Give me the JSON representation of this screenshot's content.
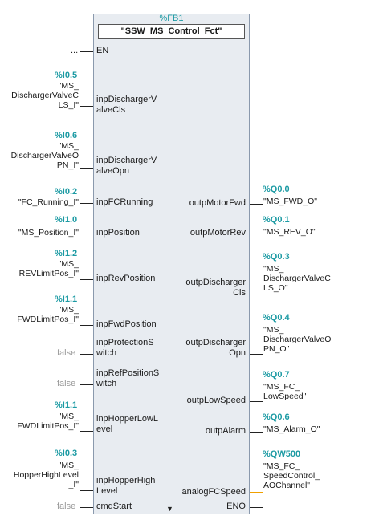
{
  "block": {
    "number": "%FB1",
    "name": "\"SSW_MS_Control_Fct\""
  },
  "inputs": [
    {
      "pin": "EN",
      "addr": "",
      "tag": [
        "..."
      ]
    },
    {
      "pin": [
        "inpDischargerV",
        "alveCls"
      ],
      "addr": "%I0.5",
      "tag": [
        "\"MS_",
        "DischargerValveC",
        "LS_I\""
      ]
    },
    {
      "pin": [
        "inpDischargerV",
        "alveOpn"
      ],
      "addr": "%I0.6",
      "tag": [
        "\"MS_",
        "DischargerValveO",
        "PN_I\""
      ]
    },
    {
      "pin": "inpFCRunning",
      "addr": "%I0.2",
      "tag": [
        "\"FC_Running_I\""
      ]
    },
    {
      "pin": "inpPosition",
      "addr": "%I1.0",
      "tag": [
        "\"MS_Position_I\""
      ]
    },
    {
      "pin": "inpRevPosition",
      "addr": "%I1.2",
      "tag": [
        "\"MS_",
        "REVLimitPos_I\""
      ]
    },
    {
      "pin": "inpFwdPosition",
      "addr": "%I1.1",
      "tag": [
        "\"MS_",
        "FWDLimitPos_I\""
      ]
    },
    {
      "pin": [
        "inpProtectionS",
        "witch"
      ],
      "addr": "",
      "tag": [
        "false"
      ]
    },
    {
      "pin": [
        "inpRefPositionS",
        "witch"
      ],
      "addr": "",
      "tag": [
        "false"
      ]
    },
    {
      "pin": [
        "inpHopperLowL",
        "evel"
      ],
      "addr": "%I1.1",
      "tag": [
        "\"MS_",
        "FWDLimitPos_I\""
      ]
    },
    {
      "pin": [
        "inpHopperHigh",
        "Level"
      ],
      "addr": "%I0.3",
      "tag": [
        "\"MS_",
        "HopperHighLevel",
        "_I\""
      ]
    },
    {
      "pin": "cmdStart",
      "addr": "",
      "tag": [
        "false"
      ]
    }
  ],
  "outputs": [
    {
      "pin": "outpMotorFwd",
      "addr": "%Q0.0",
      "tag": [
        "\"MS_FWD_O\""
      ]
    },
    {
      "pin": "outpMotorRev",
      "addr": "%Q0.1",
      "tag": [
        "\"MS_REV_O\""
      ]
    },
    {
      "pin": [
        "outpDischarger",
        "Cls"
      ],
      "addr": "%Q0.3",
      "tag": [
        "\"MS_",
        "DischargerValveC",
        "LS_O\""
      ]
    },
    {
      "pin": [
        "outpDischarger",
        "Opn"
      ],
      "addr": "%Q0.4",
      "tag": [
        "\"MS_",
        "DischargerValveO",
        "PN_O\""
      ]
    },
    {
      "pin": "outpLowSpeed",
      "addr": "%Q0.7",
      "tag": [
        "\"MS_FC_",
        "LowSpeed\""
      ]
    },
    {
      "pin": "outpAlarm",
      "addr": "%Q0.6",
      "tag": [
        "\"MS_Alarm_O\""
      ]
    },
    {
      "pin": "analogFCSpeed",
      "addr": "%QW500",
      "tag": [
        "\"MS_FC_",
        "SpeedControl_",
        "AOChannel\""
      ]
    },
    {
      "pin": "ENO",
      "addr": "",
      "tag": []
    }
  ],
  "colors": {
    "address": "#1b9aa3",
    "analog_wire": "#f0a000",
    "block_fill": "#e8ecf1"
  },
  "icons": {
    "dropdown": "triangle-down"
  }
}
